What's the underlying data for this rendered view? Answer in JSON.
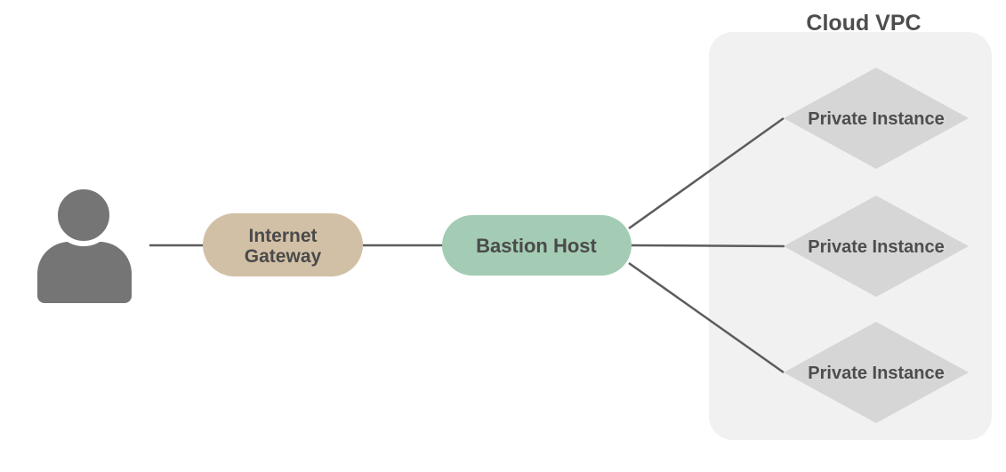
{
  "diagram": {
    "type": "architecture-flow",
    "edge_color": "#5c5c5c",
    "vpc": {
      "title": "Cloud VPC",
      "fill": "#f1f1f1",
      "title_color": "#4d4d4d"
    },
    "nodes": {
      "user": {
        "icon": "person-icon",
        "color": "#757575"
      },
      "internet_gateway": {
        "shape": "pill",
        "label_line1": "Internet",
        "label_line2": "Gateway",
        "fill": "#d2c0a6",
        "text_color": "#4a4a4a"
      },
      "bastion_host": {
        "shape": "pill",
        "label": "Bastion Host",
        "fill": "#a4ccb4",
        "text_color": "#4a4a4a"
      },
      "private_instances": [
        {
          "shape": "diamond",
          "label": "Private Instance",
          "fill": "#d6d6d6",
          "text_color": "#4d4d4d"
        },
        {
          "shape": "diamond",
          "label": "Private Instance",
          "fill": "#d6d6d6",
          "text_color": "#4d4d4d"
        },
        {
          "shape": "diamond",
          "label": "Private Instance",
          "fill": "#d6d6d6",
          "text_color": "#4d4d4d"
        }
      ]
    },
    "edges": [
      {
        "from": "user",
        "to": "internet-gateway"
      },
      {
        "from": "internet-gateway",
        "to": "bastion-host"
      },
      {
        "from": "bastion-host",
        "to": "private-instance-1"
      },
      {
        "from": "bastion-host",
        "to": "private-instance-2"
      },
      {
        "from": "bastion-host",
        "to": "private-instance-3"
      }
    ]
  }
}
